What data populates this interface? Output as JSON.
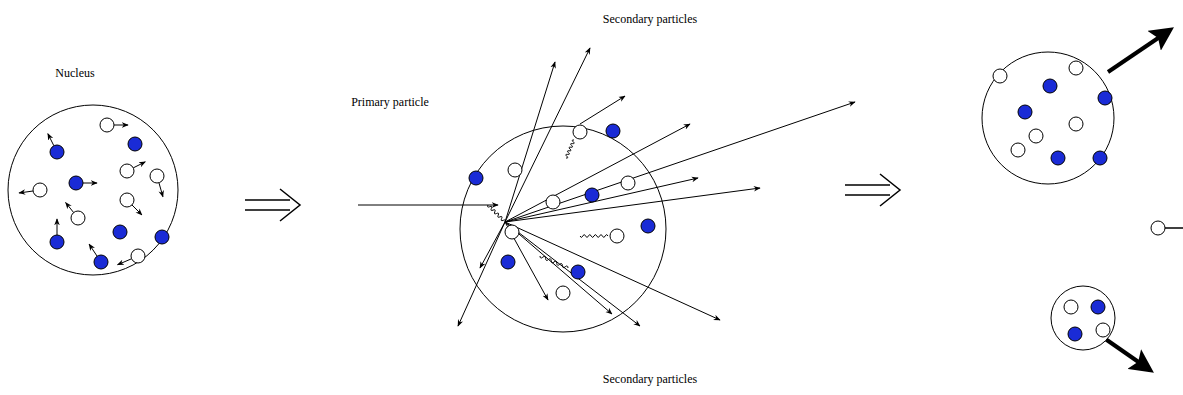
{
  "diagram": {
    "labels": [
      "Nucleus",
      "Secondary particles",
      "Primary particle",
      "Secondary particles"
    ]
  }
}
